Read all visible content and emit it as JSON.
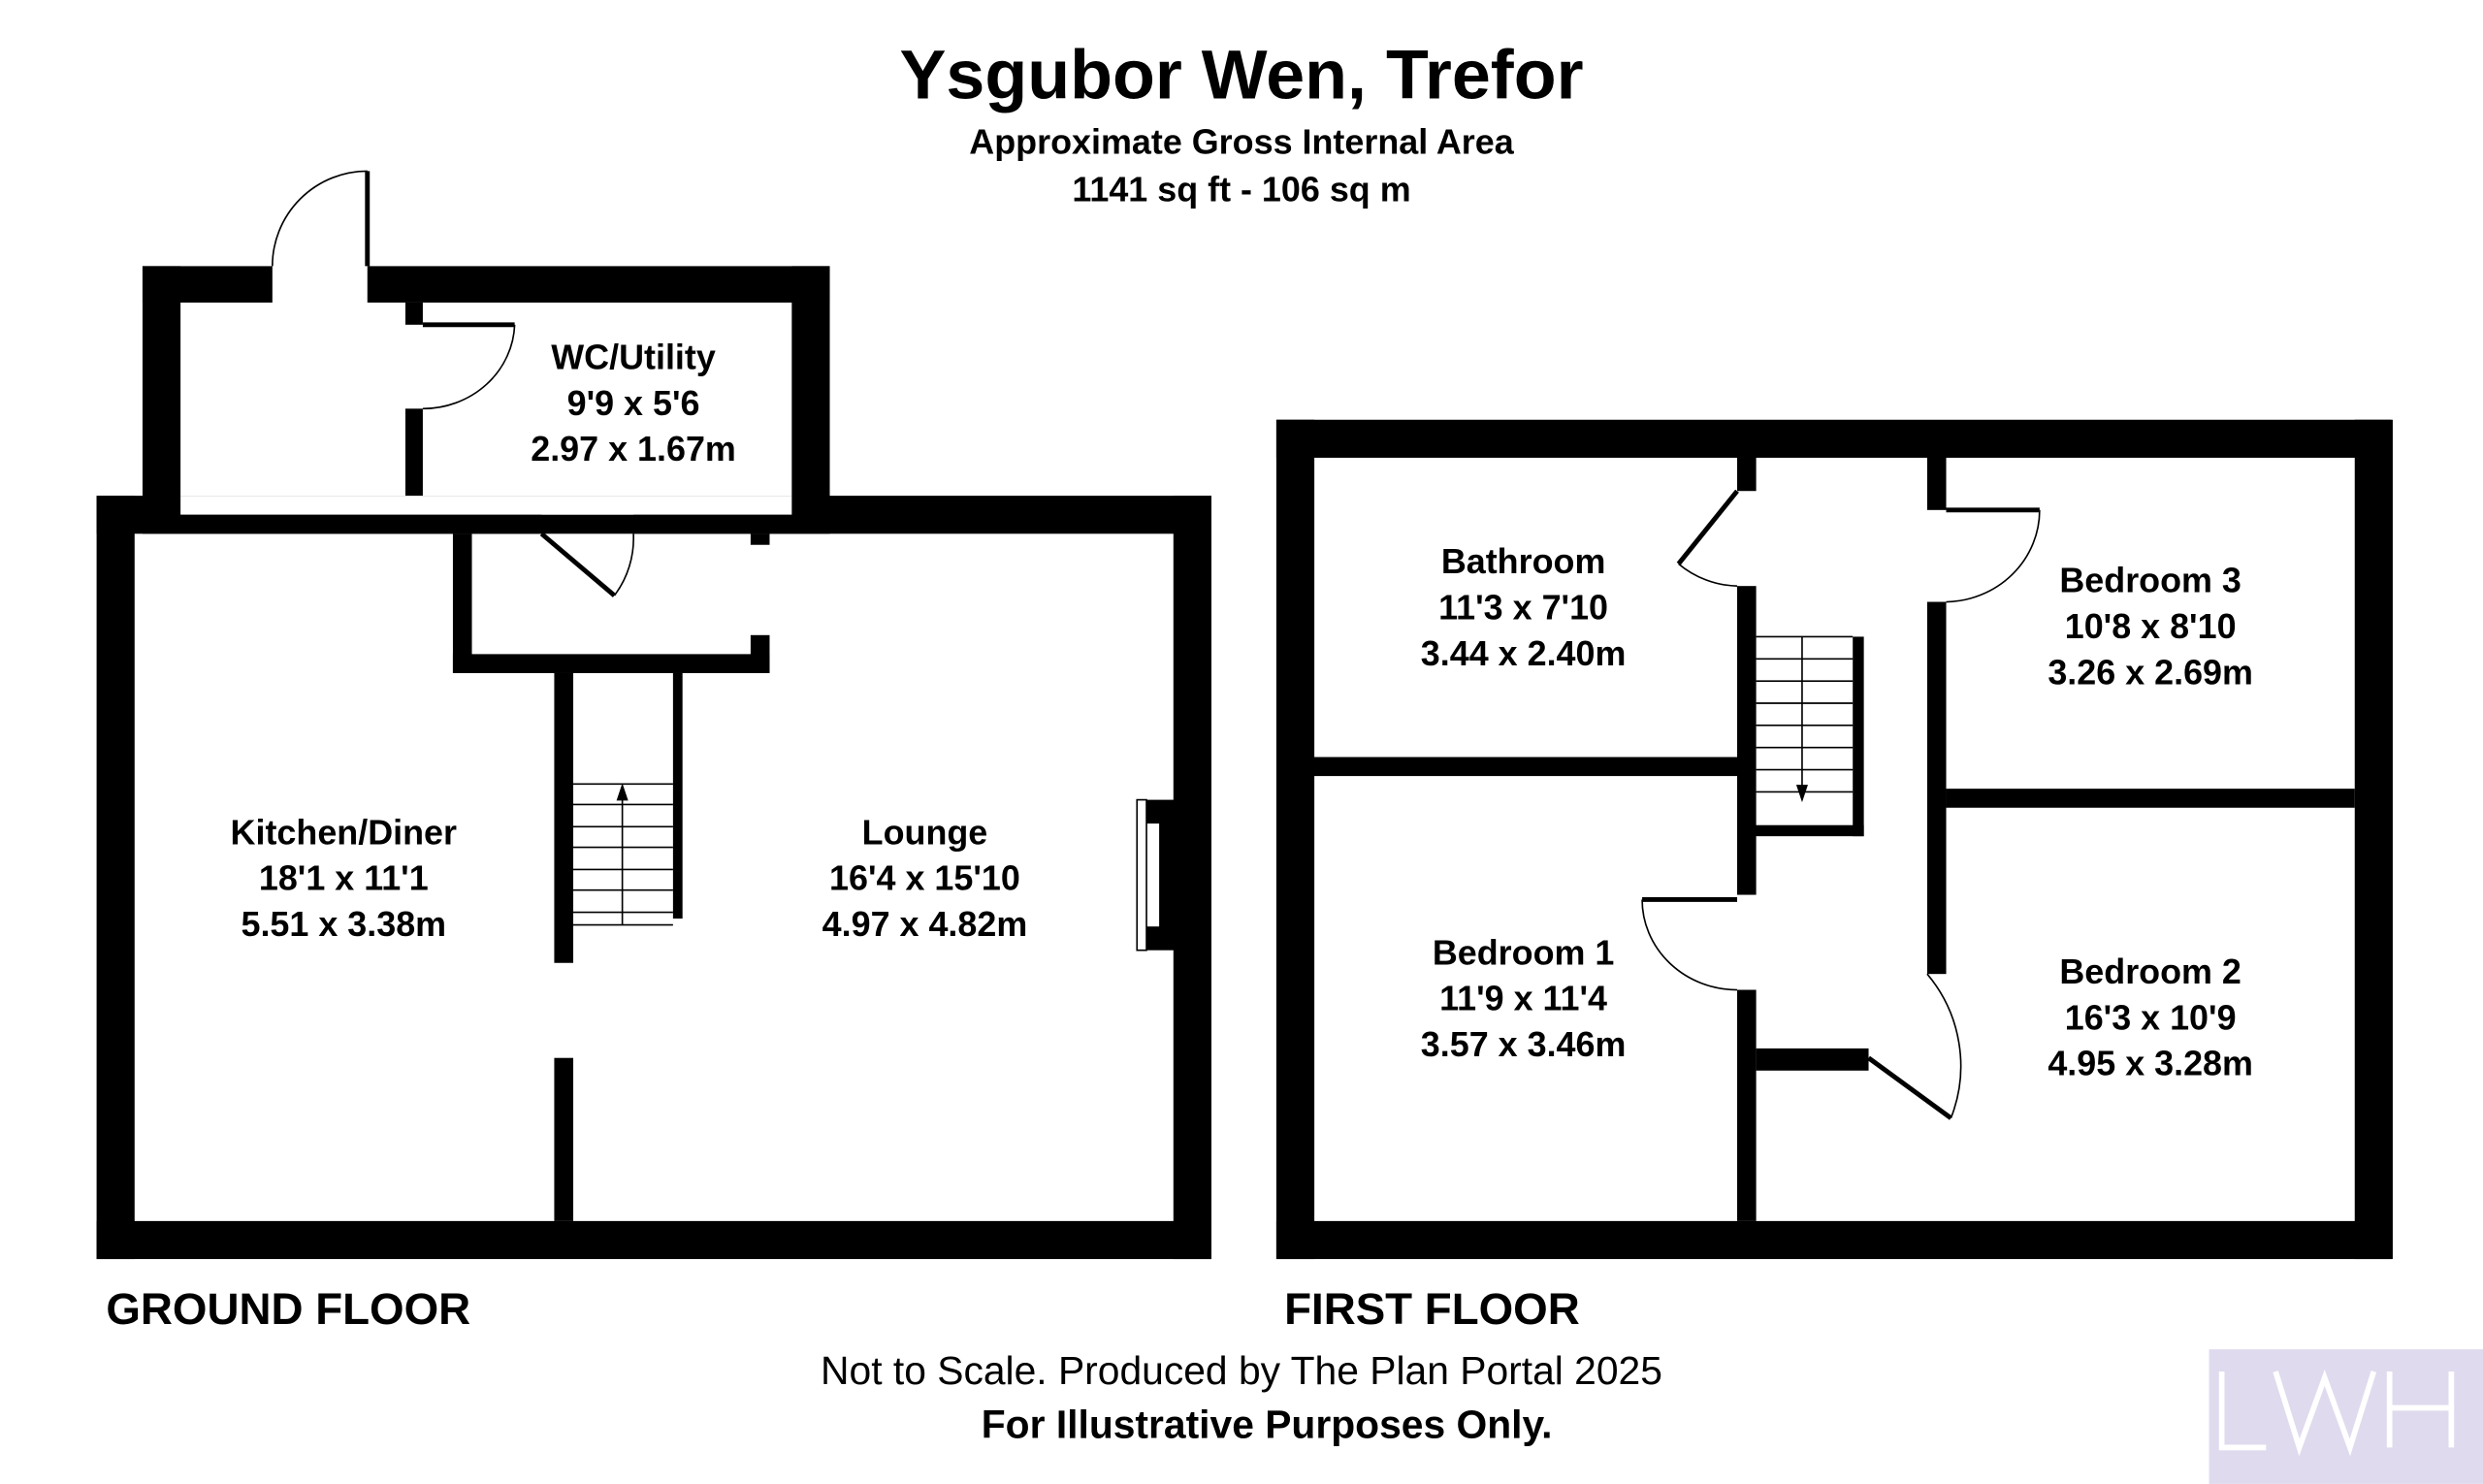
{
  "header": {
    "title": "Ysgubor Wen, Trefor",
    "subtitle": "Approximate Gross Internal Area",
    "area": "1141 sq ft - 106 sq m"
  },
  "ground_floor": {
    "label": "GROUND FLOOR",
    "rooms": [
      {
        "name": "WC/Utility",
        "imperial": "9'9 x 5'6",
        "metric": "2.97 x 1.67m"
      },
      {
        "name": "Kitchen/Diner",
        "imperial": "18'1 x 11'1",
        "metric": "5.51 x 3.38m"
      },
      {
        "name": "Lounge",
        "imperial": "16'4 x 15'10",
        "metric": "4.97 x 4.82m"
      }
    ]
  },
  "first_floor": {
    "label": "FIRST FLOOR",
    "rooms": [
      {
        "name": "Bathroom",
        "imperial": "11'3 x 7'10",
        "metric": "3.44 x 2.40m"
      },
      {
        "name": "Bedroom 3",
        "imperial": "10'8 x 8'10",
        "metric": "3.26 x 2.69m"
      },
      {
        "name": "Bedroom 1",
        "imperial": "11'9 x 11'4",
        "metric": "3.57 x 3.46m"
      },
      {
        "name": "Bedroom 2",
        "imperial": "16'3 x 10'9",
        "metric": "4.95 x 3.28m"
      }
    ]
  },
  "footer": {
    "disclaimer": "Not to Scale. Produced by The Plan Portal 2025",
    "illustrative": "For Illustrative Purposes Only."
  },
  "logo": {
    "text": "LWH",
    "color": "#e0daee"
  }
}
